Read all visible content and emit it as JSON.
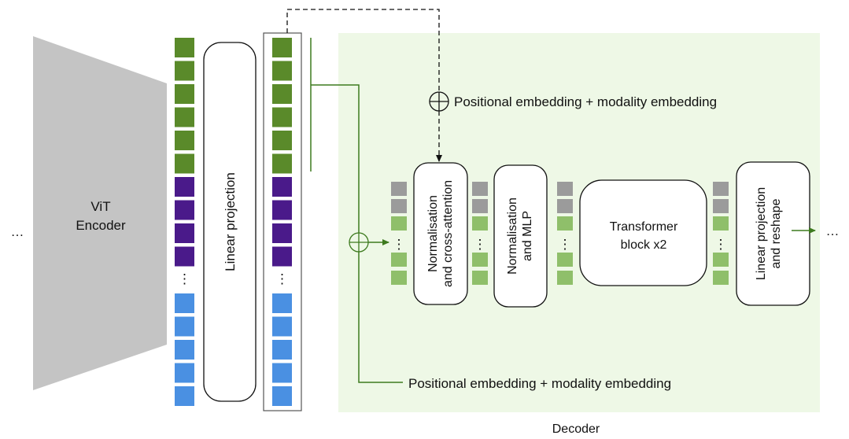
{
  "colors": {
    "token_green": "#5a8a2a",
    "token_purple": "#4a1a8a",
    "token_blue": "#4a90e2",
    "token_gray": "#9b9b9b",
    "token_light_green": "#8fbf6a",
    "decoder_bg": "#eef8e6",
    "encoder_fill": "#c4c4c4",
    "line_green": "#3d7a1e"
  },
  "icons": [
    "plus-circle-icon",
    "arrow-right-icon",
    "arrow-down-icon"
  ],
  "encoder": {
    "label_line1": "ViT",
    "label_line2": "Encoder"
  },
  "left_ellipsis": "…",
  "right_ellipsis": "…",
  "vertical_dots": "⋮",
  "linear_projection": {
    "label": "Linear projection"
  },
  "top_embedding": {
    "label": "Positional embedding + modality embedding"
  },
  "bottom_embedding": {
    "label": "Positional embedding + modality embedding"
  },
  "decoder": {
    "label": "Decoder",
    "blocks": [
      {
        "line1": "Normalisation",
        "line2": "and cross-attention"
      },
      {
        "line1": "Normalisation",
        "line2": "and MLP"
      },
      {
        "line1": "Transformer",
        "line2": "block x2"
      },
      {
        "line1": "Linear projection",
        "line2": "and reshape"
      }
    ]
  }
}
